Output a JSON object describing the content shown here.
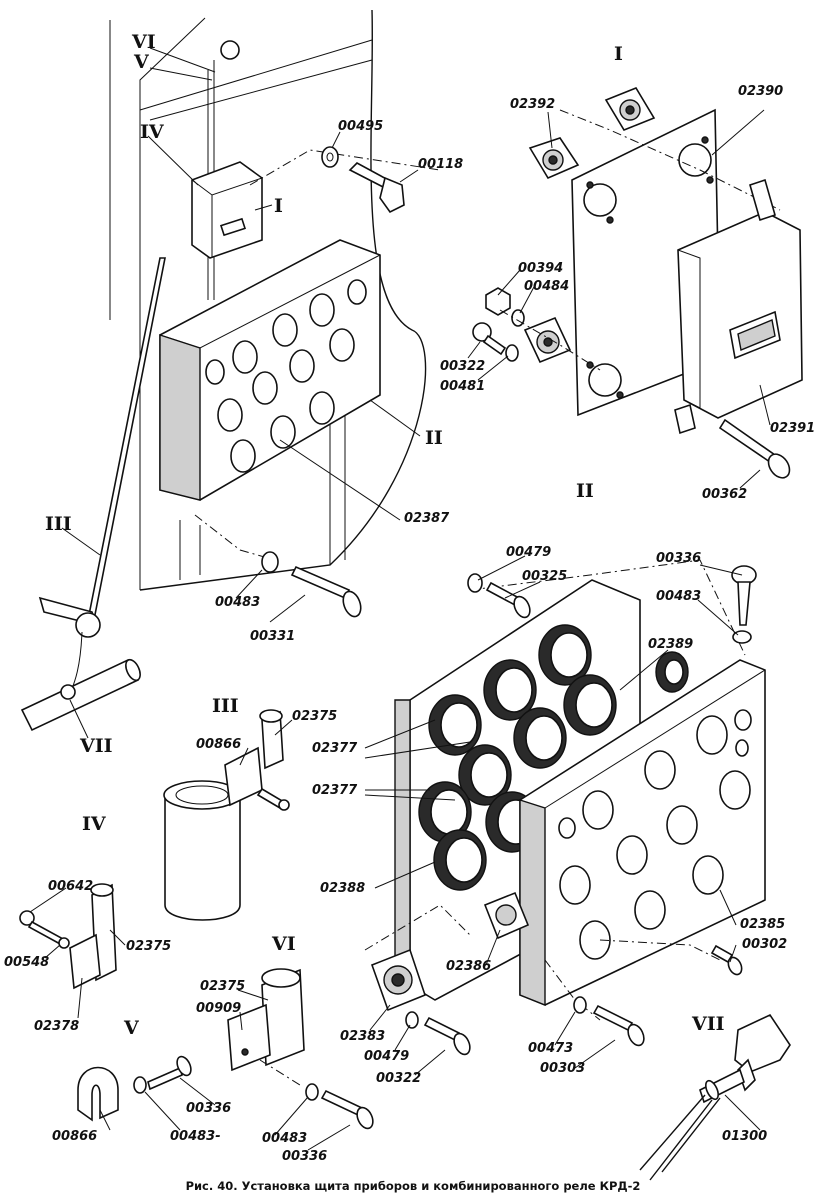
{
  "caption": "Рис. 40. Установка щита приборов и комбинированного реле КРД-2",
  "roman_labels": {
    "I_top": "I",
    "I_main": "I",
    "II_main": "II",
    "II_detail": "II",
    "III_main": "III",
    "III_detail": "III",
    "IV_main": "IV",
    "IV_detail": "IV",
    "V_main": "V",
    "V_detail": "V",
    "VI_main": "VI",
    "VI_detail": "VI",
    "VII_main": "VII",
    "VII_detail": "VII"
  },
  "part_labels": {
    "p00495": "00495",
    "p00118": "00118",
    "p02387": "02387",
    "p00483a": "00483",
    "p00331": "00331",
    "p02392": "02392",
    "p02390": "02390",
    "p00394": "00394",
    "p00484": "00484",
    "p00322a": "00322",
    "p00481": "00481",
    "p02391": "02391",
    "p00362": "00362",
    "p00479a": "00479",
    "p00325": "00325",
    "p00336a": "00336",
    "p00483b": "00483",
    "p02389": "02389",
    "p02375a": "02375",
    "p00866a": "00866",
    "p02377a": "02377",
    "p02377b": "02377",
    "p02388": "02388",
    "p00642": "00642",
    "p00548": "00548",
    "p02375b": "02375",
    "p02378": "02378",
    "p02375c": "02375",
    "p00909": "00909",
    "p02386": "02386",
    "p02385": "02385",
    "p00302": "00302",
    "p02383": "02383",
    "p00479b": "00479",
    "p00322b": "00322",
    "p00473": "00473",
    "p00303": "00303",
    "p00866b": "00866",
    "p00336b": "00336",
    "p00483c": "00483-",
    "p00483d": "00483",
    "p00336c": "00336",
    "p01300": "01300"
  }
}
